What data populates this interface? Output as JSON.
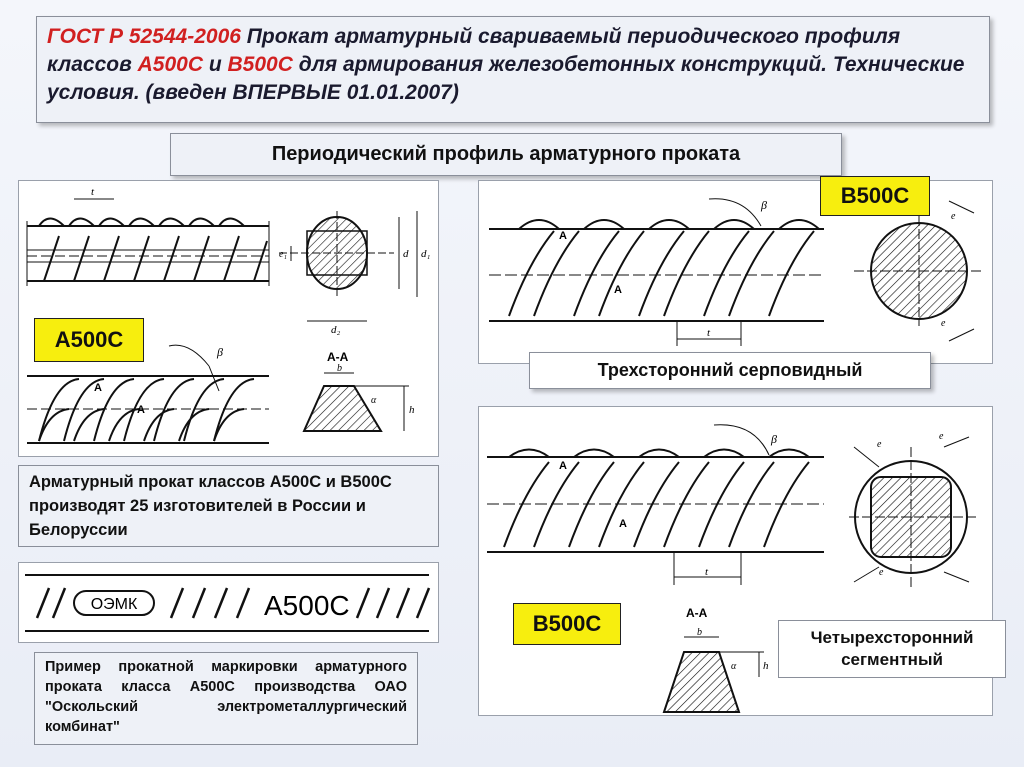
{
  "header": {
    "gost": "ГОСТ Р 52544-2006",
    "title_part1": " Прокат арматурный свариваемый периодического профиля классов ",
    "class_a": "А500С",
    "and": " и ",
    "class_b": "В500С",
    "title_part2": " для армирования железобетонных конструкций. Технические условия. (введен  ВПЕРВЫЕ  01.01.2007)"
  },
  "subtitle": "Периодический профиль арматурного проката",
  "tags": {
    "a500c": "А500С",
    "b500c_top": "В500С",
    "b500c_bottom": "В500С"
  },
  "captions": {
    "three_sided": "Трехсторонний серповидный",
    "four_sided": "Четырехсторонний сегментный"
  },
  "notes": {
    "manufacturers": "Арматурный прокат классов А500С и В500С производят 25 изготовителей в России и Белоруссии",
    "marking_example": "Пример прокатной маркировки арматурного проката класса А500С производства ОАО \"Оскольский электрометаллургический комбинат\""
  },
  "marking": {
    "logo": "ОЭМК",
    "code": "А500С"
  },
  "drawing_labels": {
    "t": "t",
    "beta": "β",
    "section": "А-А",
    "a_mark": "А",
    "b": "b",
    "h": "h",
    "alpha": "α",
    "e": "e",
    "d": "d",
    "d1": "d₁",
    "d2": "d₂",
    "e1": "e₁"
  }
}
